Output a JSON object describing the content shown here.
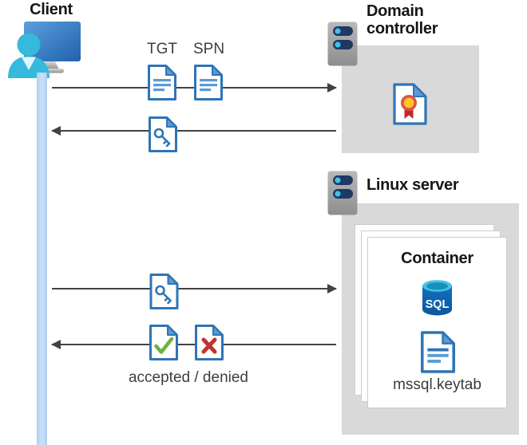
{
  "client": {
    "label": "Client",
    "icon": "client-workstation-icon"
  },
  "flows": {
    "tgt_label": "TGT",
    "spn_label": "SPN",
    "accepted_denied_label": "accepted / denied"
  },
  "domain_controller": {
    "label": "Domain controller",
    "icon": "server-icon",
    "content_icon": "certificate-document-icon"
  },
  "linux_server": {
    "label": "Linux server",
    "icon": "server-icon",
    "container": {
      "label": "Container",
      "sql_badge": "SQL",
      "keytab_label": "mssql.keytab"
    }
  },
  "colors": {
    "doc_border_blue": "#2e75b6",
    "doc_line_blue": "#5b9bd5",
    "check_green": "#6cb33e",
    "deny_red": "#bd3431",
    "person_cyan": "#35b9dc",
    "lifeline_blue": "#c7ddf6",
    "box_gray": "#d9d9d9",
    "arrow_gray": "#424242",
    "sql_cylinder_blue": "#0e63ac",
    "sql_top_cyan": "#45c2e4",
    "cert_yellow": "#ffc425",
    "cert_ribbon_red": "#c0272d",
    "server_bar_navy": "#1f3864",
    "server_dot_cyan": "#41c0e8"
  }
}
